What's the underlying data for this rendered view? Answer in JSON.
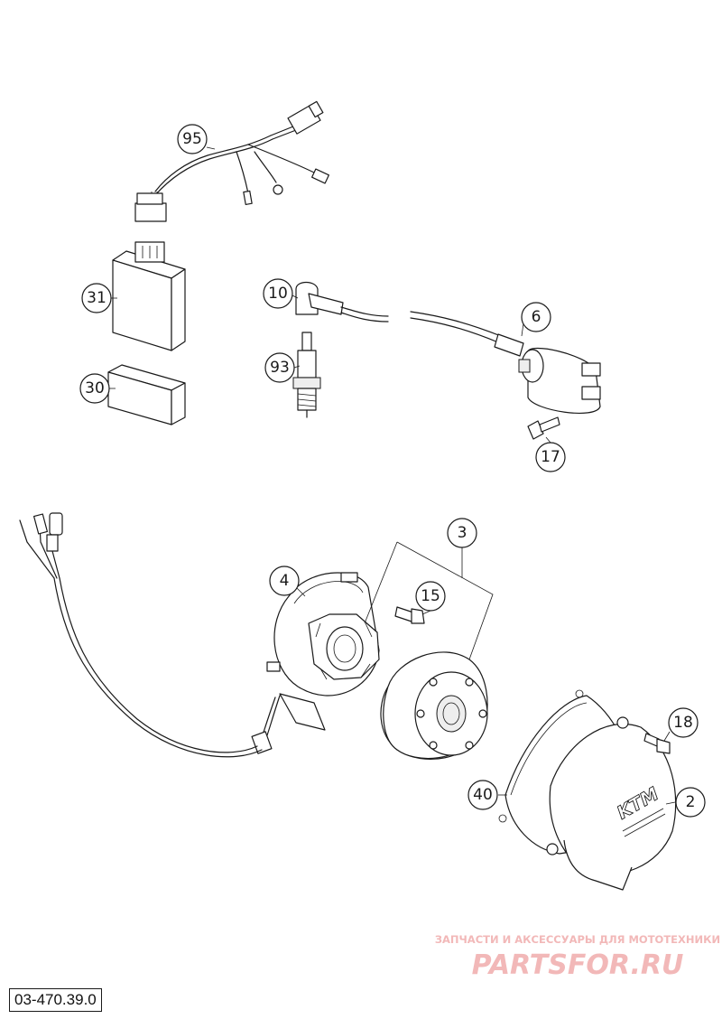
{
  "diagram": {
    "code": "03-470.39.0",
    "callouts": [
      {
        "id": "95",
        "label": "95"
      },
      {
        "id": "31",
        "label": "31"
      },
      {
        "id": "30",
        "label": "30"
      },
      {
        "id": "10",
        "label": "10"
      },
      {
        "id": "93",
        "label": "93"
      },
      {
        "id": "6",
        "label": "6"
      },
      {
        "id": "17",
        "label": "17"
      },
      {
        "id": "3",
        "label": "3"
      },
      {
        "id": "4",
        "label": "4"
      },
      {
        "id": "15",
        "label": "15"
      },
      {
        "id": "18",
        "label": "18"
      },
      {
        "id": "40",
        "label": "40"
      },
      {
        "id": "2",
        "label": "2"
      }
    ],
    "cover_logo_text": "KTM"
  },
  "watermark": {
    "tagline": "ЗАПЧАСТИ И АКСЕССУАРЫ ДЛЯ МОТОТЕХНИКИ",
    "brand": "PARTSFOR.RU",
    "color": "#f2b8b8"
  }
}
